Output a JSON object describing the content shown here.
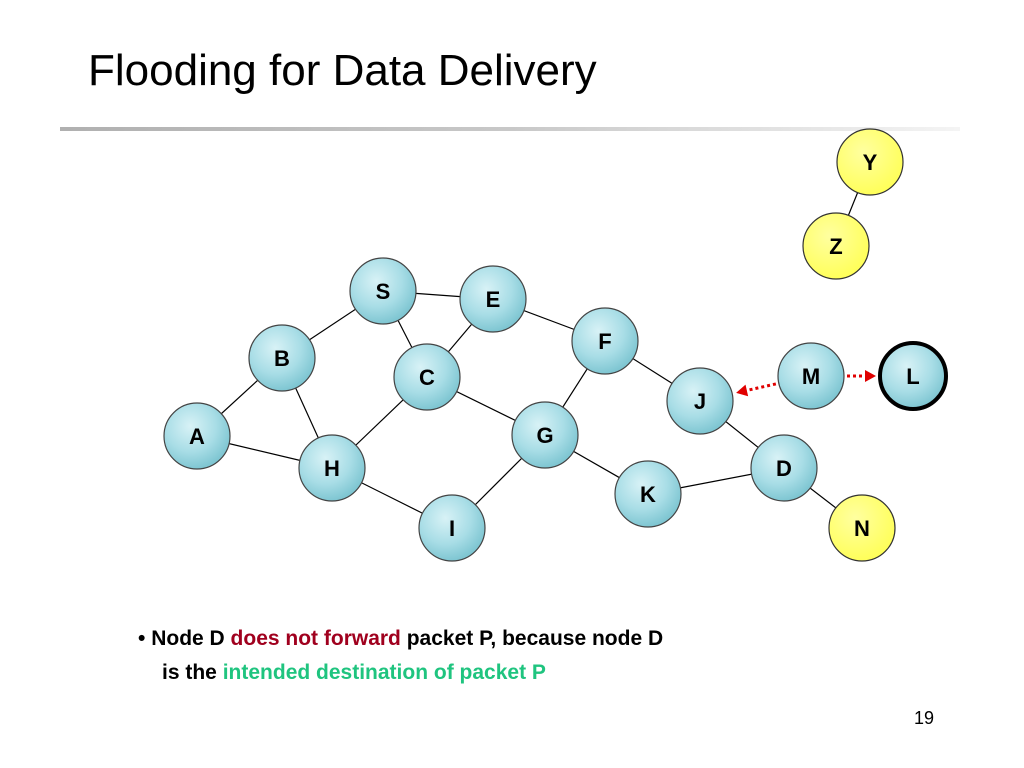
{
  "slide": {
    "title": "Flooding for Data Delivery",
    "page_number": "19"
  },
  "bullet": {
    "marker": "•",
    "part1": "Node D",
    "part2": "does not forward",
    "part3": "packet P, because node D",
    "part4": "is the",
    "part5": "intended destination of packet P"
  },
  "colors": {
    "node_fill": "#a8dde6",
    "yellow_fill": "#ffff66",
    "link": "#000000",
    "arrow": "#e00000",
    "red_text": "#a0001e",
    "green_text": "#1fc47f"
  },
  "nodes": [
    {
      "id": "S",
      "label": "S",
      "type": "normal"
    },
    {
      "id": "E",
      "label": "E",
      "type": "normal"
    },
    {
      "id": "F",
      "label": "F",
      "type": "normal"
    },
    {
      "id": "B",
      "label": "B",
      "type": "normal"
    },
    {
      "id": "C",
      "label": "C",
      "type": "normal"
    },
    {
      "id": "M",
      "label": "M",
      "type": "normal"
    },
    {
      "id": "L",
      "label": "L",
      "type": "highlight"
    },
    {
      "id": "J",
      "label": "J",
      "type": "normal"
    },
    {
      "id": "A",
      "label": "A",
      "type": "normal"
    },
    {
      "id": "G",
      "label": "G",
      "type": "normal"
    },
    {
      "id": "H",
      "label": "H",
      "type": "normal"
    },
    {
      "id": "D",
      "label": "D",
      "type": "normal"
    },
    {
      "id": "K",
      "label": "K",
      "type": "normal"
    },
    {
      "id": "I",
      "label": "I",
      "type": "normal"
    },
    {
      "id": "N",
      "label": "N",
      "type": "yellow"
    },
    {
      "id": "Y",
      "label": "Y",
      "type": "yellow"
    },
    {
      "id": "Z",
      "label": "Z",
      "type": "yellow"
    }
  ],
  "edges": [
    [
      "S",
      "E"
    ],
    [
      "S",
      "B"
    ],
    [
      "S",
      "C"
    ],
    [
      "E",
      "C"
    ],
    [
      "E",
      "F"
    ],
    [
      "B",
      "A"
    ],
    [
      "B",
      "H"
    ],
    [
      "A",
      "H"
    ],
    [
      "C",
      "H"
    ],
    [
      "C",
      "G"
    ],
    [
      "F",
      "G"
    ],
    [
      "F",
      "J"
    ],
    [
      "J",
      "D"
    ],
    [
      "G",
      "I"
    ],
    [
      "G",
      "K"
    ],
    [
      "H",
      "I"
    ],
    [
      "K",
      "D"
    ],
    [
      "D",
      "N"
    ],
    [
      "Y",
      "Z"
    ]
  ],
  "arrows": [
    {
      "from": "M",
      "to": "J",
      "style": "dotted"
    },
    {
      "from": "M",
      "to": "L",
      "style": "dotted"
    }
  ]
}
